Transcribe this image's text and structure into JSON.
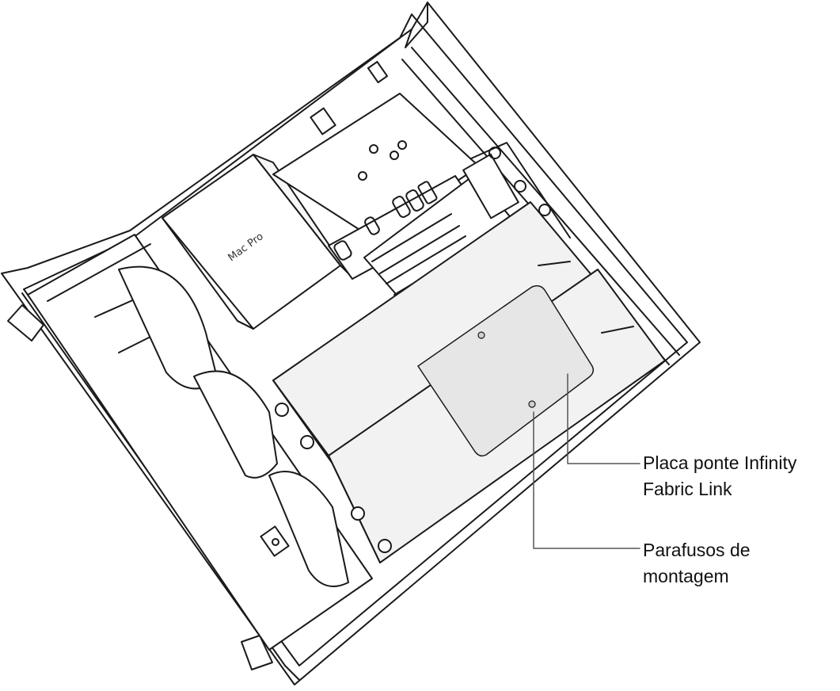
{
  "diagram": {
    "device_logo_text": "Mac Pro",
    "callouts": {
      "bridge": {
        "line1": "Placa ponte Infinity",
        "line2": "Fabric Link"
      },
      "screws": {
        "line1": "Parafusos de",
        "line2": "montagem"
      }
    }
  },
  "colors": {
    "line": "#1a1a1a",
    "panel_fill": "#f2f2f2",
    "bridge_fill": "#e6e6e6",
    "leader": "#555555"
  }
}
